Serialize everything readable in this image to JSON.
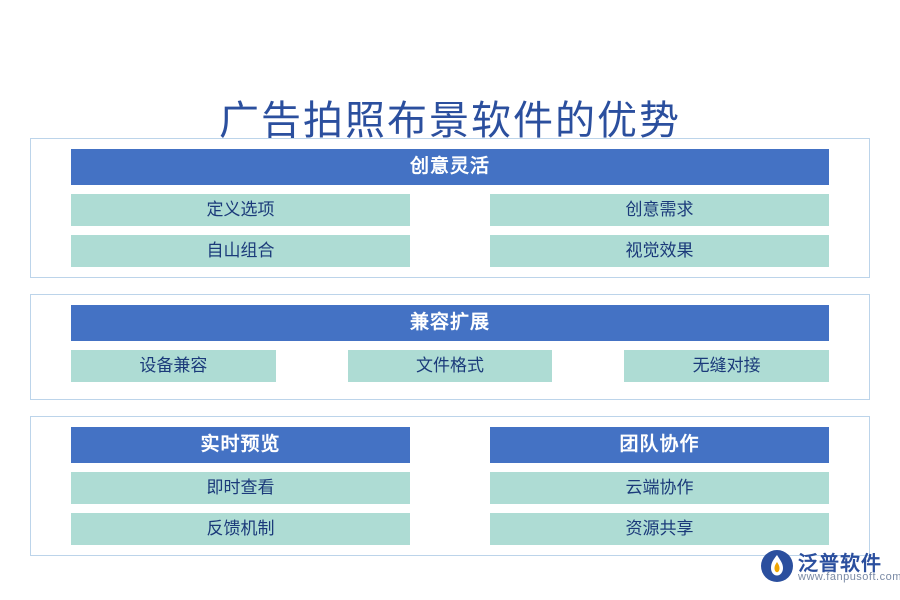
{
  "title": "广告拍照布景软件的优势",
  "colors": {
    "title": "#2b4f9e",
    "header": "#4472c4",
    "cell": "#aedcd4",
    "cell_text": "#1b3a7a",
    "group_border": "#bcd4ea"
  },
  "groups": [
    {
      "id": "group-creative",
      "headers": [
        {
          "label": "创意灵活"
        }
      ],
      "columns": [
        {
          "cells": [
            "定义选项",
            "自山组合"
          ]
        },
        {
          "cells": [
            "创意需求",
            "视觉效果"
          ]
        }
      ]
    },
    {
      "id": "group-compatibility",
      "headers": [
        {
          "label": "兼容扩展"
        }
      ],
      "cells": [
        "设备兼容",
        "文件格式",
        "无缝对接"
      ]
    },
    {
      "id": "group-preview-collab",
      "headers": [
        {
          "label": "实时预览"
        },
        {
          "label": "团队协作"
        }
      ],
      "columns": [
        {
          "cells": [
            "即时查看",
            "反馈机制"
          ]
        },
        {
          "cells": [
            "云端协作",
            "资源共享"
          ]
        }
      ]
    }
  ],
  "logo": {
    "name": "泛普软件",
    "url": "www.fanpusoft.com",
    "icon": "flame-logo-icon"
  }
}
